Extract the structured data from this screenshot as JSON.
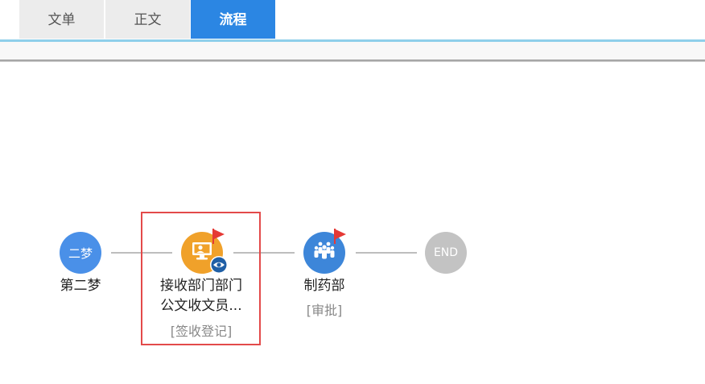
{
  "tabs": [
    {
      "label": "文单"
    },
    {
      "label": "正文"
    },
    {
      "label": "流程"
    }
  ],
  "flow": {
    "start": {
      "avatar_text": "二梦",
      "name": "第二梦"
    },
    "step1": {
      "name_line1": "接收部门部门",
      "name_line2": "公文收文员...",
      "action": "[签收登记]",
      "icon": "monitor-person-icon",
      "flag": "red-flag-icon",
      "badge": "eye-icon"
    },
    "step2": {
      "name": "制药部",
      "action": "[审批]",
      "icon": "group-people-icon",
      "flag": "red-flag-icon"
    },
    "end": {
      "label": "END"
    }
  },
  "colors": {
    "tab_active": "#2b86e3",
    "tab_inactive": "#ececec",
    "start_node": "#4a90e8",
    "step1_node": "#f0a12a",
    "step2_node": "#3d86d9",
    "end_node": "#c3c3c3",
    "selection": "#e34a4a",
    "flag": "#e53935"
  }
}
